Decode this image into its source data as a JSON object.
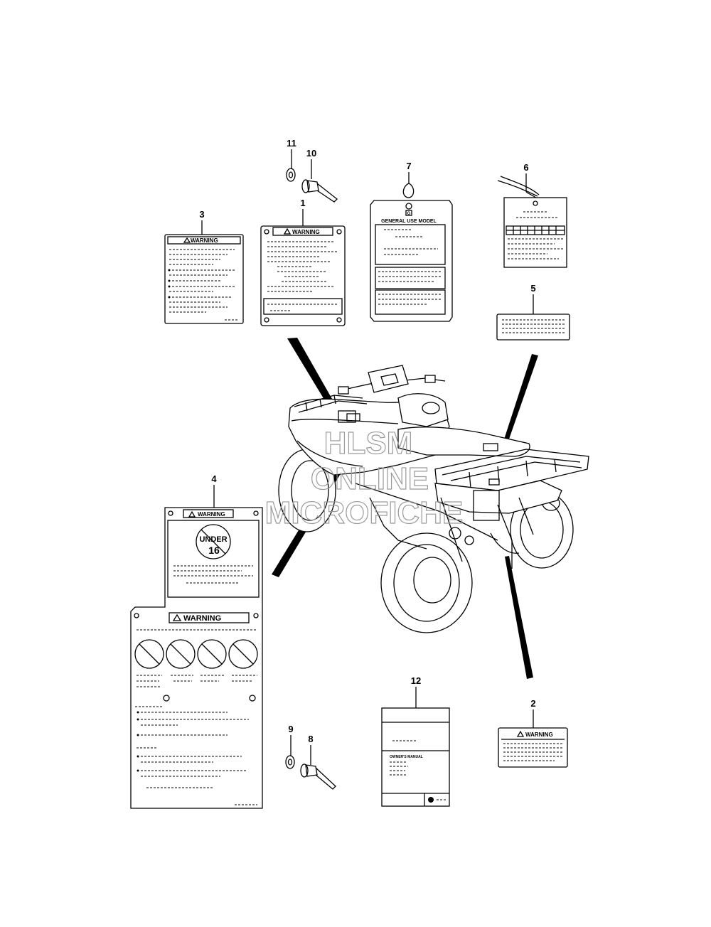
{
  "parts": [
    {
      "ref": "1",
      "label": "WARNING"
    },
    {
      "ref": "2",
      "label": "WARNING"
    },
    {
      "ref": "3",
      "label": "WARNING"
    },
    {
      "ref": "4",
      "label_top": "WARNING",
      "label_bottom": "WARNING",
      "badge_top": "UNDER",
      "badge_bottom": "16"
    },
    {
      "ref": "5"
    },
    {
      "ref": "6"
    },
    {
      "ref": "7",
      "label": "GENERAL USE MODEL",
      "emblem": "G"
    },
    {
      "ref": "8"
    },
    {
      "ref": "9"
    },
    {
      "ref": "10"
    },
    {
      "ref": "11"
    },
    {
      "ref": "12",
      "label": "OWNER'S MANUAL"
    }
  ],
  "watermark": {
    "line1": "HLSM",
    "line2": "ONLINE",
    "line3": "MICROFICHE",
    "color": "#9a9a9a"
  },
  "colors": {
    "ink": "#000000",
    "paper": "#ffffff"
  }
}
